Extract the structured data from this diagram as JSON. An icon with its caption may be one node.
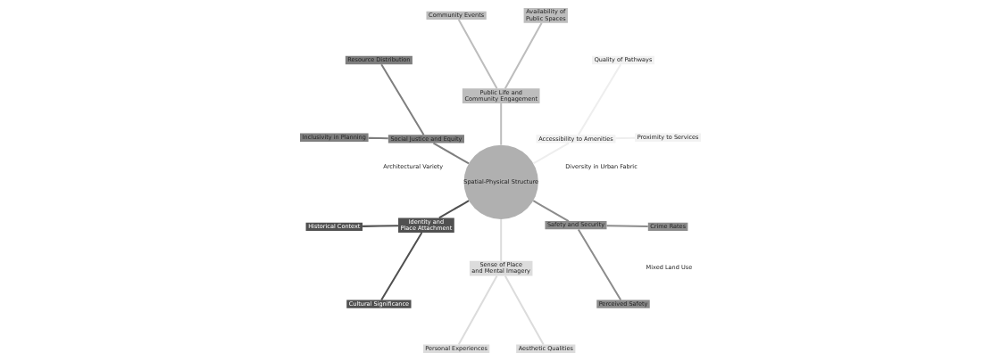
{
  "diagram": {
    "nodes": [
      {
        "text": [
          "Spatial-Physical Structure"
        ]
      },
      {
        "text": [
          "Accessibility to Amenities"
        ]
      },
      {
        "text": [
          "Proximity to Services"
        ]
      },
      {
        "text": [
          "Quality of Pathways"
        ]
      },
      {
        "text": [
          "Diversity in Urban Fabric"
        ]
      },
      {
        "text": [
          "Architectural Variety"
        ]
      },
      {
        "text": [
          "Mixed Land Use"
        ]
      },
      {
        "text": [
          "Public Life and Community Engagement"
        ]
      },
      {
        "text": [
          "Availability of Public Spaces"
        ]
      },
      {
        "text": [
          "Community Events"
        ]
      },
      {
        "text": [
          "Social Justice and Equity"
        ]
      },
      {
        "text": [
          "Resource Distribution"
        ]
      },
      {
        "text": [
          "Inclusivity in Planning"
        ]
      },
      {
        "text": [
          "Identity and Place Attachment"
        ]
      },
      {
        "text": [
          "Historical Context"
        ]
      },
      {
        "text": [
          "Cultural Significance"
        ]
      },
      {
        "text": [
          "Sense of Place and Mental Imagery"
        ]
      },
      {
        "text": [
          "Personal Experiences"
        ]
      },
      {
        "text": [
          "Aesthetic Qualities"
        ]
      },
      {
        "text": [
          "Safety and Security"
        ]
      },
      {
        "text": [
          "Perceived Safety"
        ]
      },
      {
        "text": [
          "Crime Rates"
        ]
      }
    ],
    "edges": [
      {
        "from": 0,
        "to": 1,
        "arrow": "none",
        "color": "#eeeeee"
      },
      {
        "from": 1,
        "to": 2,
        "arrow": "none",
        "color": "#eeeeee"
      },
      {
        "from": 1,
        "to": 3,
        "arrow": "none",
        "color": "#eeeeee"
      },
      {
        "from": 0,
        "to": 7,
        "arrow": "none",
        "color": "#bdbdbd"
      },
      {
        "from": 7,
        "to": 8,
        "arrow": "none",
        "color": "#bdbdbd"
      },
      {
        "from": 7,
        "to": 9,
        "arrow": "none",
        "color": "#bdbdbd"
      },
      {
        "from": 0,
        "to": 10,
        "arrow": "none",
        "color": "#7f7f7f"
      },
      {
        "from": 10,
        "to": 11,
        "arrow": "none",
        "color": "#7f7f7f"
      },
      {
        "from": 10,
        "to": 12,
        "arrow": "none",
        "color": "#7f7f7f"
      },
      {
        "from": 0,
        "to": 13,
        "arrow": "none",
        "color": "#505050"
      },
      {
        "from": 13,
        "to": 14,
        "arrow": "none",
        "color": "#505050"
      },
      {
        "from": 13,
        "to": 15,
        "arrow": "none",
        "color": "#505050"
      },
      {
        "from": 0,
        "to": 16,
        "arrow": "none",
        "color": "#dcdcdc"
      },
      {
        "from": 16,
        "to": 17,
        "arrow": "none",
        "color": "#dcdcdc"
      },
      {
        "from": 16,
        "to": 18,
        "arrow": "none",
        "color": "#dcdcdc"
      },
      {
        "from": 0,
        "to": 19,
        "arrow": "none",
        "color": "#8c8c8c"
      },
      {
        "from": 19,
        "to": 20,
        "arrow": "none",
        "color": "#8c8c8c"
      },
      {
        "from": 19,
        "to": 21,
        "arrow": "none",
        "color": "#8c8c8c"
      }
    ]
  }
}
